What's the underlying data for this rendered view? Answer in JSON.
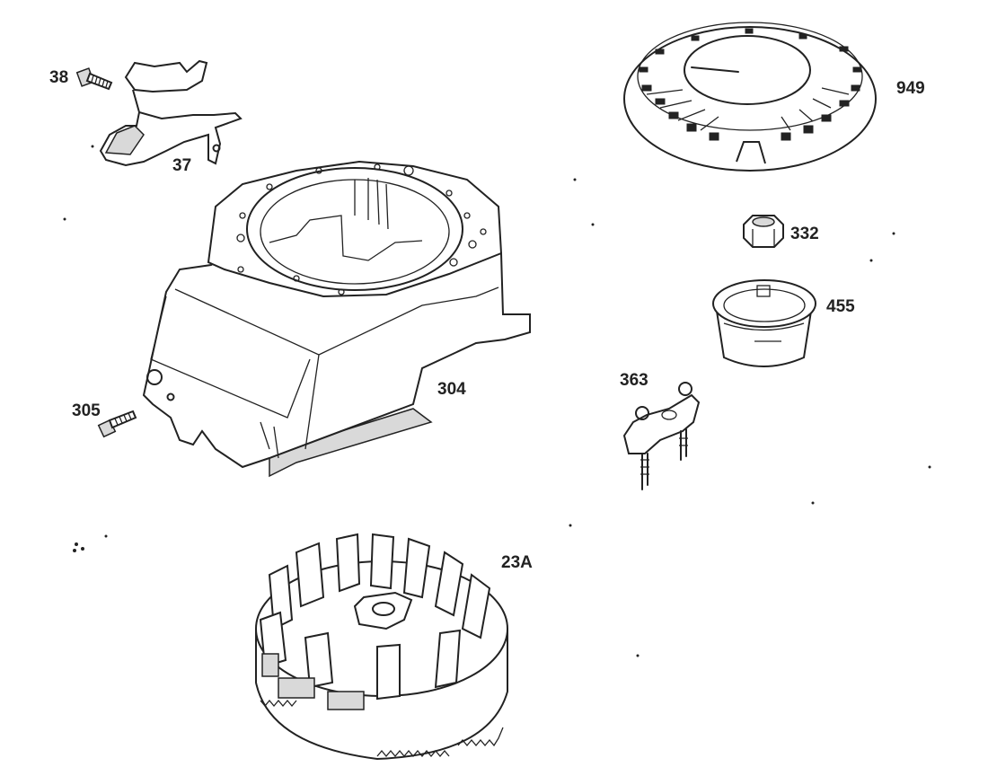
{
  "parts": [
    {
      "id": "p38",
      "label": "38"
    },
    {
      "id": "p37",
      "label": "37"
    },
    {
      "id": "p949",
      "label": "949"
    },
    {
      "id": "p332",
      "label": "332"
    },
    {
      "id": "p455",
      "label": "455"
    },
    {
      "id": "p363",
      "label": "363"
    },
    {
      "id": "p304",
      "label": "304"
    },
    {
      "id": "p305",
      "label": "305"
    },
    {
      "id": "p23a",
      "label": "23A"
    }
  ]
}
